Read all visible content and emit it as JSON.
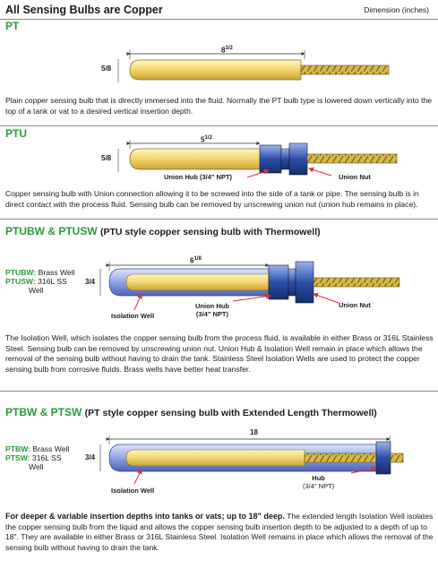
{
  "header": {
    "title": "All Sensing Bulbs are Copper",
    "dimension_note": "Dimension (inches)"
  },
  "sections": [
    {
      "title": "PT",
      "length_whole": "8",
      "length_fraction": "1/2",
      "diameter": "5/8",
      "description": "Plain copper sensing bulb that is directly immersed into the fluid. Normally the PT bulb type is lowered down vertically into the top of a tank or vat to a desired vertical insertion depth."
    },
    {
      "title": "PTU",
      "length_whole": "5",
      "length_fraction": "1/2",
      "diameter": "5/8",
      "hub_label": "Union Hub (3/4\" NPT)",
      "nut_label": "Union Nut",
      "description": "Copper sensing bulb with Union connection allowing it to be screwed into the side of a tank or pipe. The sensing bulb is in direct contact with the process fluid. Sensing bulb can be removed by unscrewing union nut (union hub remains in place)."
    },
    {
      "title": "PTUBW & PTUSW",
      "subtitle": "(PTU style copper sensing bulb with Thermowell)",
      "length_whole": "6",
      "length_fraction": "1/8",
      "diameter": "3/4",
      "variants": [
        {
          "code": "PTUBW:",
          "material": "Brass Well"
        },
        {
          "code": "PTUSW:",
          "material": "316L SS",
          "material2": "Well"
        }
      ],
      "isolation_label": "Isolation Well",
      "hub_label": "Union Hub",
      "hub_sub": "(3/4\" NPT)",
      "nut_label": "Union Nut",
      "description": "The Isolation Well, which isolates the copper sensing bulb from the process fluid, is available in either Brass or 316L Stainless Steel. Sensing bulb can be removed by unscrewing union nut. Union Hub & Isolation Well remain in place which allows the removal of the sensing bulb without having to drain the tank. Stainless Steel Isolation Wells are used to protect the copper sensing bulb from corrosive fluids. Brass wells have better heat transfer."
    },
    {
      "title": "PTBW & PTSW",
      "subtitle": "(PT style copper sensing bulb with Extended Length Thermowell)",
      "length": "18",
      "diameter": "3/4",
      "variants": [
        {
          "code": "PTBW:",
          "material": "Brass Well"
        },
        {
          "code": "PTSW:",
          "material": "316L SS",
          "material2": "Well"
        }
      ],
      "isolation_label": "Isolation Well",
      "hub_label": "Hub",
      "hub_sub": "(3/4\" NPT)",
      "description_bold": "For deeper & variable insertion depths into tanks or vats; up to 18\" deep.",
      "description": "The extended length Isolation Well isolates the copper sensing bulb from the liquid and allows the copper sensing bulb insertion depth to be adjusted to a depth of up to 18\". They are available in either Brass or 316L Stainless Steel. Isolation Well remains in place which allows the removal of the sensing bulb without having to drain the tank."
    }
  ],
  "colors": {
    "accent": "#2a9a3a",
    "bulb": "#f2d56a",
    "well": "#6f86d6",
    "fitting": "#2c4fa8",
    "arrow": "#e03030"
  }
}
